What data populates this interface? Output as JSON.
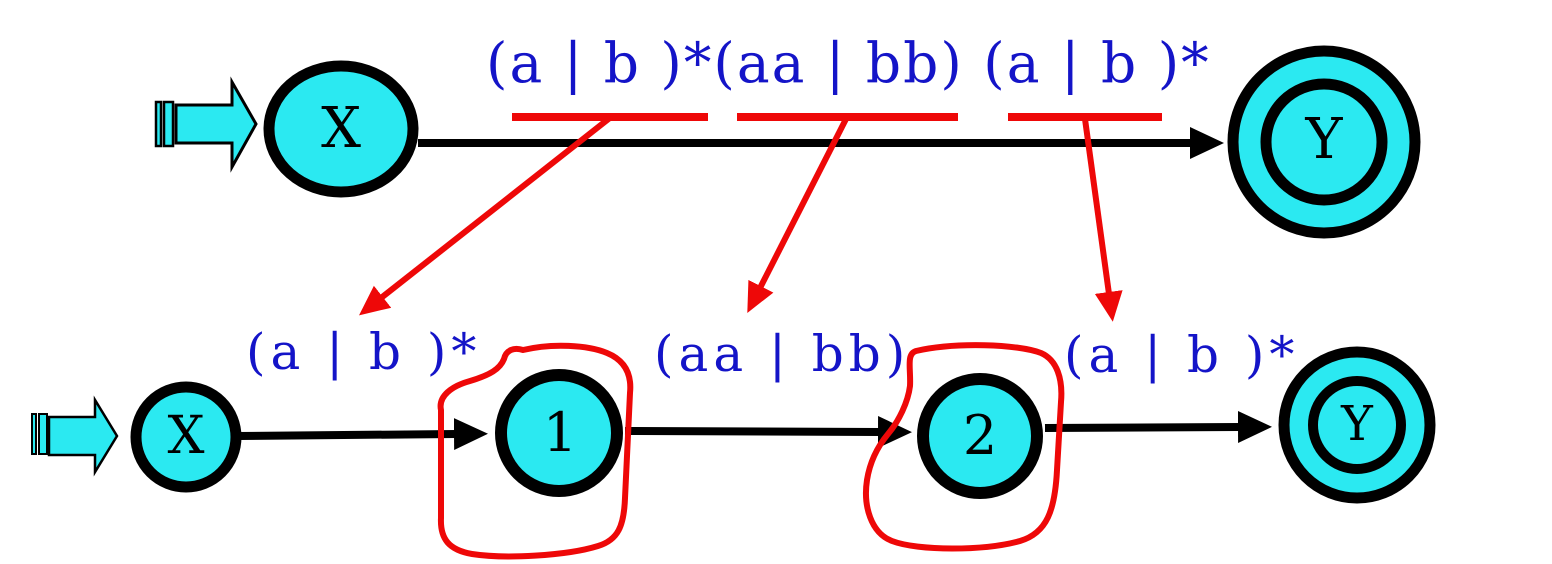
{
  "colors": {
    "node_fill": "#2BE9F1",
    "node_border": "#000000",
    "label_blue": "#1414C8",
    "annotation_red": "#EE0808"
  },
  "top_machine": {
    "regex": "(a | b )*(aa | bb) (a | b )*",
    "states": {
      "start": "X",
      "accept": "Y"
    }
  },
  "bottom_machine": {
    "transition_labels": [
      "(a | b )*",
      "(aa | bb)",
      "(a | b )*"
    ],
    "states": {
      "start": "X",
      "s1": "1",
      "s2": "2",
      "accept": "Y"
    }
  }
}
